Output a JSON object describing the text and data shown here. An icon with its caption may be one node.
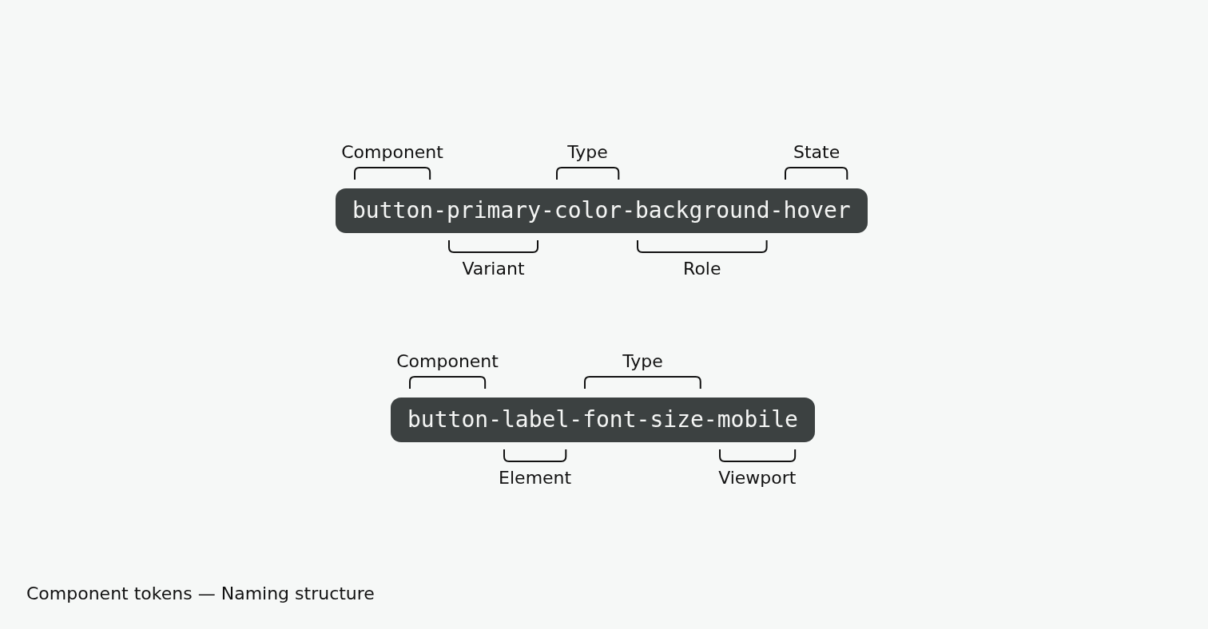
{
  "diagram": {
    "caption": "Component tokens — Naming structure",
    "nodes": [
      {
        "text": [
          "button-primary-color-background-hover"
        ]
      },
      {
        "text": [
          "button-label-font-size-mobile"
        ]
      }
    ],
    "labels": [
      "Component",
      "Type",
      "State",
      "Variant",
      "Role",
      "Component",
      "Type",
      "Element",
      "Viewport"
    ]
  }
}
